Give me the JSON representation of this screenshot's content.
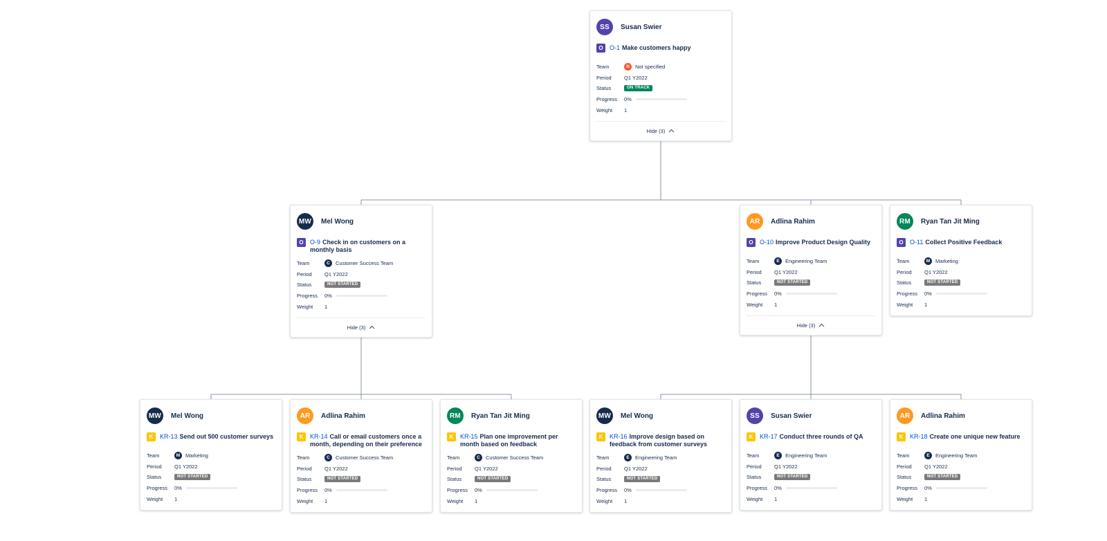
{
  "labels": {
    "team": "Team",
    "period": "Period",
    "status": "Status",
    "progress": "Progress",
    "weight": "Weight"
  },
  "colors": {
    "objective_badge": "#5243aa",
    "key_result_badge": "#ffc400",
    "on_track": "#00875a",
    "not_started": "#7a7a7a",
    "key_link": "#0052cc",
    "connector": "#8993a4"
  },
  "cards": [
    {
      "id": "o1",
      "owner": {
        "initials": "SS",
        "name": "Susan Swier",
        "color": "#5243aa"
      },
      "type": {
        "letter": "O",
        "color": "#5243aa"
      },
      "key": "O-1",
      "title": "Make customers happy",
      "team": {
        "initial": "N",
        "name": "Not specified",
        "color": "#ff5630"
      },
      "period": "Q1 Y2022",
      "status": {
        "text": "ON TRACK",
        "color": "#00875a"
      },
      "progress_text": "0%",
      "progress_fraction": 0,
      "weight": "1",
      "toggle": "Hide (3)"
    },
    {
      "id": "o9",
      "owner": {
        "initials": "MW",
        "name": "Mel Wong",
        "color": "#172b4d"
      },
      "type": {
        "letter": "O",
        "color": "#5243aa"
      },
      "key": "O-9",
      "title": "Check in on customers on a monthly basis",
      "team": {
        "initial": "C",
        "name": "Customer Success Team",
        "color": "#172b4d"
      },
      "period": "Q1 Y2022",
      "status": {
        "text": "NOT STARTED",
        "color": "#7a7a7a"
      },
      "progress_text": "0%",
      "progress_fraction": 0,
      "weight": "1",
      "toggle": "Hide (3)"
    },
    {
      "id": "o10",
      "owner": {
        "initials": "AR",
        "name": "Adlina Rahim",
        "color": "#ff991f"
      },
      "type": {
        "letter": "O",
        "color": "#5243aa"
      },
      "key": "O-10",
      "title": "Improve Product Design Quality",
      "team": {
        "initial": "E",
        "name": "Engineering Team",
        "color": "#172b4d"
      },
      "period": "Q1 Y2022",
      "status": {
        "text": "NOT STARTED",
        "color": "#7a7a7a"
      },
      "progress_text": "0%",
      "progress_fraction": 0,
      "weight": "1",
      "toggle": "Hide (3)"
    },
    {
      "id": "o11",
      "owner": {
        "initials": "RM",
        "name": "Ryan Tan Jit Ming",
        "color": "#00875a"
      },
      "type": {
        "letter": "O",
        "color": "#5243aa"
      },
      "key": "O-11",
      "title": "Collect Positive Feedback",
      "team": {
        "initial": "M",
        "name": "Marketing",
        "color": "#172b4d"
      },
      "period": "Q1 Y2022",
      "status": {
        "text": "NOT STARTED",
        "color": "#7a7a7a"
      },
      "progress_text": "0%",
      "progress_fraction": 0,
      "weight": "1",
      "toggle": ""
    },
    {
      "id": "kr13",
      "owner": {
        "initials": "MW",
        "name": "Mel Wong",
        "color": "#172b4d"
      },
      "type": {
        "letter": "K",
        "color": "#ffc400"
      },
      "key": "KR-13",
      "title": "Send out 500 customer surveys",
      "team": {
        "initial": "M",
        "name": "Marketing",
        "color": "#172b4d"
      },
      "period": "Q1 Y2022",
      "status": {
        "text": "NOT STARTED",
        "color": "#7a7a7a"
      },
      "progress_text": "0%",
      "progress_fraction": 0,
      "weight": "1",
      "toggle": ""
    },
    {
      "id": "kr14",
      "owner": {
        "initials": "AR",
        "name": "Adlina Rahim",
        "color": "#ff991f"
      },
      "type": {
        "letter": "K",
        "color": "#ffc400"
      },
      "key": "KR-14",
      "title": "Call or email customers once a month, depending on their preference",
      "team": {
        "initial": "C",
        "name": "Customer Success Team",
        "color": "#172b4d"
      },
      "period": "Q1 Y2022",
      "status": {
        "text": "NOT STARTED",
        "color": "#7a7a7a"
      },
      "progress_text": "0%",
      "progress_fraction": 0,
      "weight": "1",
      "toggle": ""
    },
    {
      "id": "kr15",
      "owner": {
        "initials": "RM",
        "name": "Ryan Tan Jit Ming",
        "color": "#00875a"
      },
      "type": {
        "letter": "K",
        "color": "#ffc400"
      },
      "key": "KR-15",
      "title": "Plan one improvement per month based on feedback",
      "team": {
        "initial": "C",
        "name": "Customer Success Team",
        "color": "#172b4d"
      },
      "period": "Q1 Y2022",
      "status": {
        "text": "NOT STARTED",
        "color": "#7a7a7a"
      },
      "progress_text": "0%",
      "progress_fraction": 0,
      "weight": "1",
      "toggle": ""
    },
    {
      "id": "kr16",
      "owner": {
        "initials": "MW",
        "name": "Mel Wong",
        "color": "#172b4d"
      },
      "type": {
        "letter": "K",
        "color": "#ffc400"
      },
      "key": "KR-16",
      "title": "Improve design based on feedback from customer surveys",
      "team": {
        "initial": "E",
        "name": "Engineering Team",
        "color": "#172b4d"
      },
      "period": "Q1 Y2022",
      "status": {
        "text": "NOT STARTED",
        "color": "#7a7a7a"
      },
      "progress_text": "0%",
      "progress_fraction": 0,
      "weight": "1",
      "toggle": ""
    },
    {
      "id": "kr17",
      "owner": {
        "initials": "SS",
        "name": "Susan Swier",
        "color": "#5243aa"
      },
      "type": {
        "letter": "K",
        "color": "#ffc400"
      },
      "key": "KR-17",
      "title": "Conduct three rounds of QA",
      "team": {
        "initial": "E",
        "name": "Engineering Team",
        "color": "#172b4d"
      },
      "period": "Q1 Y2022",
      "status": {
        "text": "NOT STARTED",
        "color": "#7a7a7a"
      },
      "progress_text": "0%",
      "progress_fraction": 0,
      "weight": "1",
      "toggle": ""
    },
    {
      "id": "kr18",
      "owner": {
        "initials": "AR",
        "name": "Adlina Rahim",
        "color": "#ff991f"
      },
      "type": {
        "letter": "K",
        "color": "#ffc400"
      },
      "key": "KR-18",
      "title": "Create one unique new feature",
      "team": {
        "initial": "E",
        "name": "Engineering Team",
        "color": "#172b4d"
      },
      "period": "Q1 Y2022",
      "status": {
        "text": "NOT STARTED",
        "color": "#7a7a7a"
      },
      "progress_text": "0%",
      "progress_fraction": 0,
      "weight": "1",
      "toggle": ""
    }
  ],
  "tree": {
    "o1": [
      "o9",
      "o10",
      "o11"
    ],
    "o9": [
      "kr13",
      "kr14",
      "kr15"
    ],
    "o10": [
      "kr16",
      "kr17",
      "kr18"
    ]
  }
}
